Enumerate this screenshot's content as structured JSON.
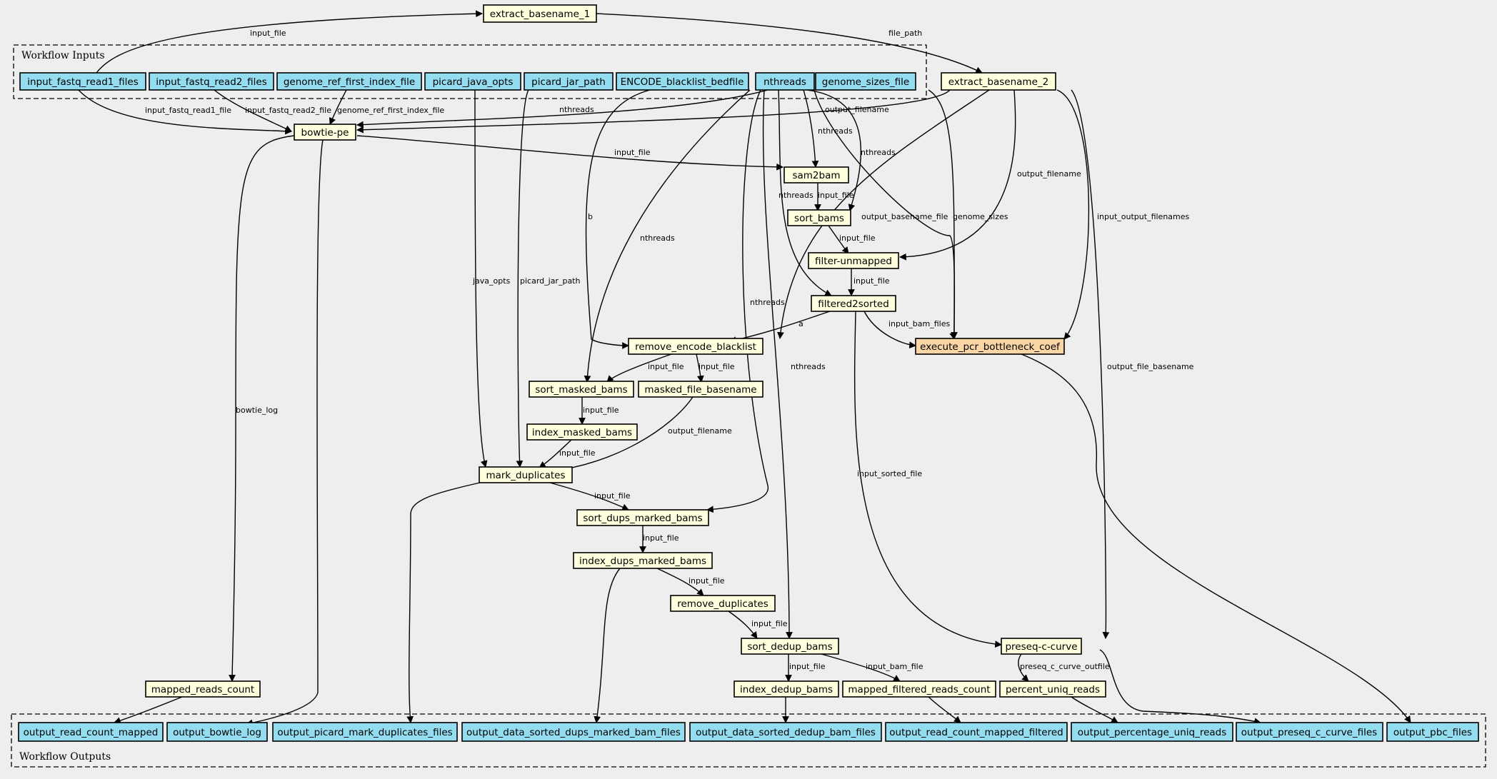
{
  "clusters": {
    "inputs": "Workflow Inputs",
    "outputs": "Workflow Outputs"
  },
  "colors": {
    "io_node": "#94ddf0",
    "step_node": "#ffffdd",
    "highlight_node": "#fad5a5",
    "background": "#eeeeee"
  },
  "nodes": {
    "input_fastq_read1_files": "input_fastq_read1_files",
    "input_fastq_read2_files": "input_fastq_read2_files",
    "genome_ref_first_index_file": "genome_ref_first_index_file",
    "picard_java_opts": "picard_java_opts",
    "picard_jar_path": "picard_jar_path",
    "ENCODE_blacklist_bedfile": "ENCODE_blacklist_bedfile",
    "nthreads": "nthreads",
    "genome_sizes_file": "genome_sizes_file",
    "extract_basename_1": "extract_basename_1",
    "extract_basename_2": "extract_basename_2",
    "bowtie_pe": "bowtie-pe",
    "sam2bam": "sam2bam",
    "sort_bams": "sort_bams",
    "filter_unmapped": "filter-unmapped",
    "filtered2sorted": "filtered2sorted",
    "execute_pcr_bottleneck_coef": "execute_pcr_bottleneck_coef",
    "remove_encode_blacklist": "remove_encode_blacklist",
    "sort_masked_bams": "sort_masked_bams",
    "masked_file_basename": "masked_file_basename",
    "index_masked_bams": "index_masked_bams",
    "mark_duplicates": "mark_duplicates",
    "sort_dups_marked_bams": "sort_dups_marked_bams",
    "index_dups_marked_bams": "index_dups_marked_bams",
    "remove_duplicates": "remove_duplicates",
    "sort_dedup_bams": "sort_dedup_bams",
    "preseq_c_curve": "preseq-c-curve",
    "index_dedup_bams": "index_dedup_bams",
    "mapped_filtered_reads_count": "mapped_filtered_reads_count",
    "percent_uniq_reads": "percent_uniq_reads",
    "mapped_reads_count": "mapped_reads_count",
    "output_read_count_mapped": "output_read_count_mapped",
    "output_bowtie_log": "output_bowtie_log",
    "output_picard_mark_duplicates_files": "output_picard_mark_duplicates_files",
    "output_data_sorted_dups_marked_bam_files": "output_data_sorted_dups_marked_bam_files",
    "output_data_sorted_dedup_bam_files": "output_data_sorted_dedup_bam_files",
    "output_read_count_mapped_filtered": "output_read_count_mapped_filtered",
    "output_percentage_uniq_reads": "output_percentage_uniq_reads",
    "output_preseq_c_curve_files": "output_preseq_c_curve_files",
    "output_pbc_files": "output_pbc_files"
  },
  "edge_labels": {
    "e1": "input_file",
    "e2": "file_path",
    "e3": "input_fastq_read1_file",
    "e4": "input_fastq_read2_file",
    "e5": "genome_ref_first_index_file",
    "e6": "nthreads",
    "e7": "output_filename",
    "e8": "input_file",
    "e9": "nthreads",
    "e10": "nthreads",
    "e11": "input_file",
    "e12": "nthreads",
    "e13": "input_file",
    "e14": "output_filename",
    "e15": "input_file",
    "e16": "b",
    "e17": "output_basename_file",
    "e18": "a",
    "e19": "nthreads",
    "e20": "genome_sizes",
    "e21": "input_bam_files",
    "e22": "input_output_filenames",
    "e23": "input_file",
    "e24": "input_file",
    "e25": "nthreads",
    "e26": "input_file",
    "e27": "java_opts",
    "e28": "picard_jar_path",
    "e29": "output_filename",
    "e30": "input_file",
    "e31": "nthreads",
    "e32": "input_file",
    "e33": "input_file",
    "e34": "nthreads",
    "e35": "input_file",
    "e36": "input_sorted_file",
    "e37": "output_file_basename",
    "e38": "input_file",
    "e39": "input_bam_file",
    "e40": "preseq_c_curve_outfile",
    "e41": "bowtie_log"
  }
}
